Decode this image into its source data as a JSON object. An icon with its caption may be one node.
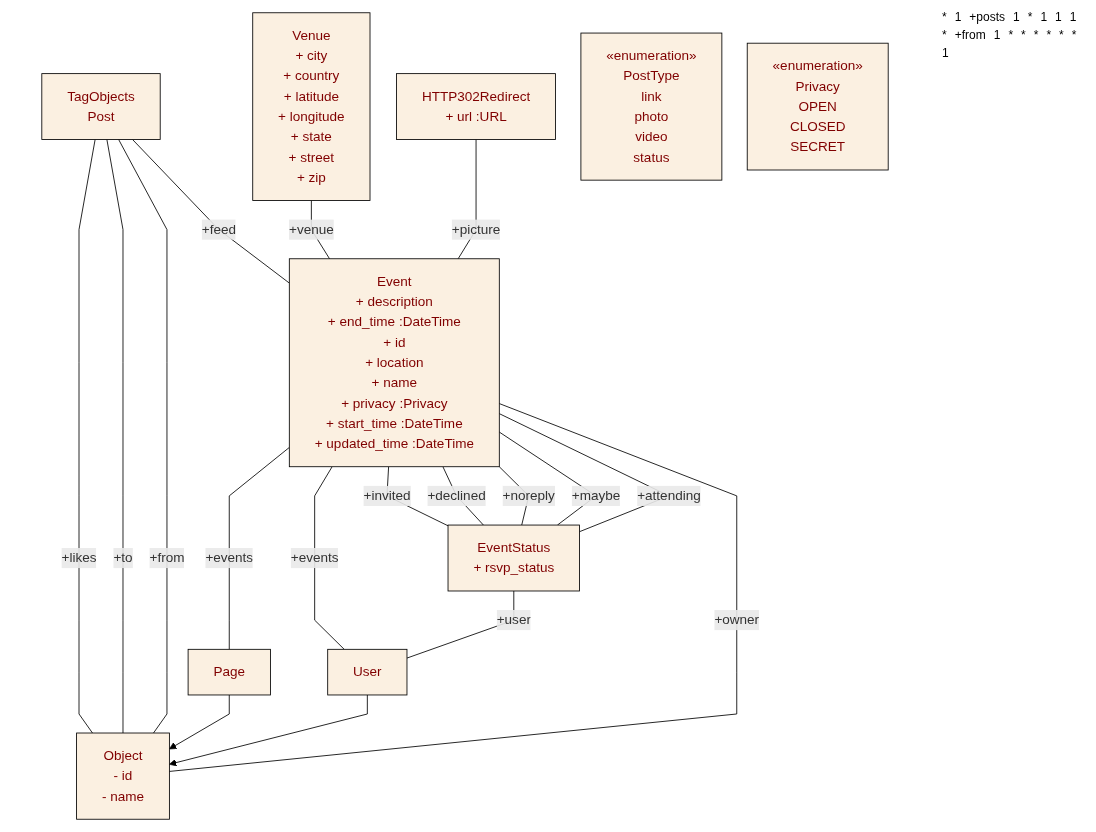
{
  "diagram": {
    "nodes": [
      {
        "text": [
          "Venue",
          "+ city",
          "+ country",
          "+ latitude",
          "+ longitude",
          "+ state",
          "+ street",
          "+ zip"
        ]
      },
      {
        "text": [
          "TagObjects",
          "Post"
        ]
      },
      {
        "text": [
          "Object",
          "- id",
          "- name"
        ]
      },
      {
        "text": [
          "Page"
        ]
      },
      {
        "text": [
          "HTTP302Redirect",
          "+ url :URL"
        ]
      },
      {
        "text": [
          "Event",
          "+ description",
          "+ end_time :DateTime",
          "+ id",
          "+ location",
          "+ name",
          "+ privacy :Privacy",
          "+ start_time :DateTime",
          "+ updated_time :DateTime"
        ]
      },
      {
        "text": [
          "«enumeration»",
          "PostType",
          "link",
          "photo",
          "video",
          "status"
        ]
      },
      {
        "text": [
          "User"
        ]
      },
      {
        "text": [
          "EventStatus",
          "+ rsvp_status"
        ]
      },
      {
        "text": [
          "«enumeration»",
          "Privacy",
          "OPEN",
          "CLOSED",
          "SECRET"
        ]
      }
    ],
    "edges": [
      {
        "from": 1,
        "to": 2,
        "arrow": "none",
        "label": "+likes"
      },
      {
        "from": 1,
        "to": 2,
        "arrow": "none",
        "label": "+to"
      },
      {
        "from": 1,
        "to": 2,
        "arrow": "none",
        "label": "+from"
      },
      {
        "from": 1,
        "to": 5,
        "arrow": "none",
        "label": "+feed"
      },
      {
        "from": 2,
        "to": 5,
        "arrow": "none",
        "label": "+owner"
      },
      {
        "from": 3,
        "to": 2,
        "arrow": "to"
      },
      {
        "from": 7,
        "to": 2,
        "arrow": "to"
      },
      {
        "from": 0,
        "to": 5,
        "arrow": "none",
        "label": "+venue"
      },
      {
        "from": 4,
        "to": 5,
        "arrow": "none",
        "label": "+picture"
      },
      {
        "from": 5,
        "to": 3,
        "arrow": "none",
        "label": "+events"
      },
      {
        "from": 5,
        "to": 7,
        "arrow": "none",
        "label": "+events"
      },
      {
        "from": 5,
        "to": 8,
        "arrow": "none",
        "label": "+invited"
      },
      {
        "from": 5,
        "to": 8,
        "arrow": "none",
        "label": "+declined"
      },
      {
        "from": 5,
        "to": 8,
        "arrow": "none",
        "label": "+noreply"
      },
      {
        "from": 5,
        "to": 8,
        "arrow": "none",
        "label": "+maybe"
      },
      {
        "from": 5,
        "to": 8,
        "arrow": "none",
        "label": "+attending"
      },
      {
        "from": 8,
        "to": 7,
        "arrow": "none",
        "label": "+user"
      }
    ],
    "labels": [
      "*",
      "1",
      "+posts",
      "1",
      "*",
      "1",
      "1",
      "1",
      "*",
      "+from",
      "1",
      "*",
      "*",
      "*",
      "*",
      "*",
      "*",
      "1"
    ]
  }
}
